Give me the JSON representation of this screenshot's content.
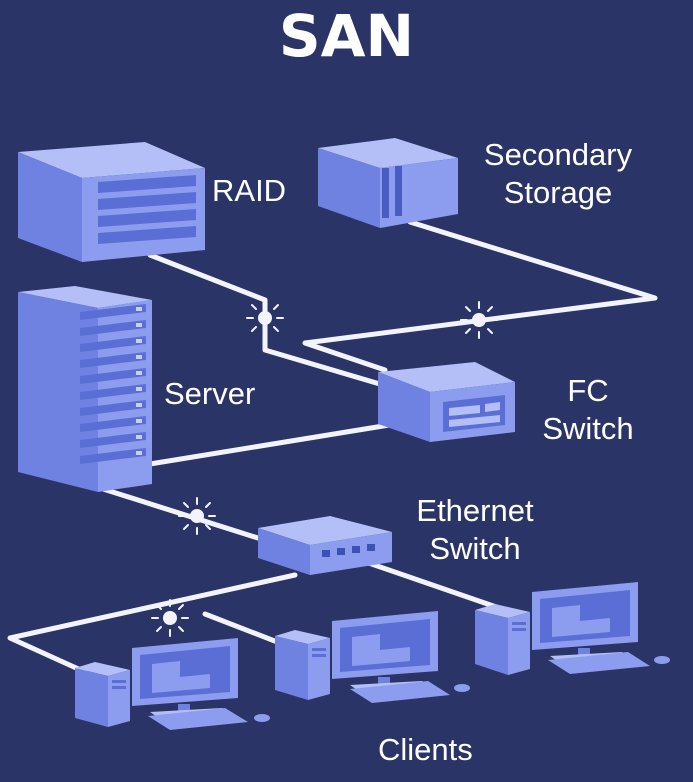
{
  "title": "SAN",
  "labels": {
    "raid": "RAID",
    "secondary_storage_line1": "Secondary",
    "secondary_storage_line2": "Storage",
    "server": "Server",
    "fc_switch_line1": "FC",
    "fc_switch_line2": "Switch",
    "ethernet_switch_line1": "Ethernet",
    "ethernet_switch_line2": "Switch",
    "clients": "Clients"
  },
  "colors": {
    "background": "#2b3467",
    "device_light": "#8c9df0",
    "device_dark": "#5b6ed6",
    "device_mid": "#7385e6",
    "cable": "#f2f3fb",
    "text": "#ffffff"
  }
}
